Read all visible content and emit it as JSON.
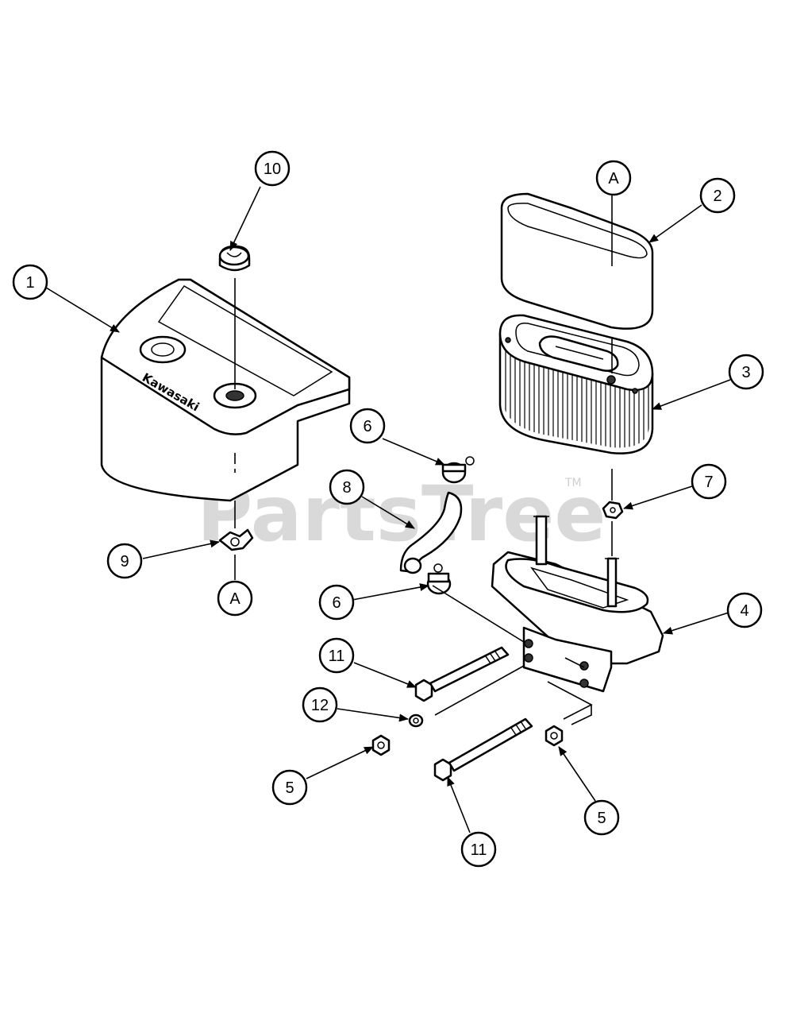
{
  "watermark": {
    "text": "PartsTree",
    "trademark": "TM"
  },
  "brand_emboss": "Kawasaki",
  "callouts": [
    {
      "id": "c1",
      "label": "1"
    },
    {
      "id": "c2",
      "label": "2"
    },
    {
      "id": "c3",
      "label": "3"
    },
    {
      "id": "c4",
      "label": "4"
    },
    {
      "id": "c5a",
      "label": "5"
    },
    {
      "id": "c5b",
      "label": "5"
    },
    {
      "id": "c6a",
      "label": "6"
    },
    {
      "id": "c6b",
      "label": "6"
    },
    {
      "id": "c7",
      "label": "7"
    },
    {
      "id": "c8",
      "label": "8"
    },
    {
      "id": "c9",
      "label": "9"
    },
    {
      "id": "c10",
      "label": "10"
    },
    {
      "id": "c11a",
      "label": "11"
    },
    {
      "id": "c11b",
      "label": "11"
    },
    {
      "id": "c12",
      "label": "12"
    },
    {
      "id": "cA1",
      "label": "A"
    },
    {
      "id": "cA2",
      "label": "A"
    }
  ]
}
